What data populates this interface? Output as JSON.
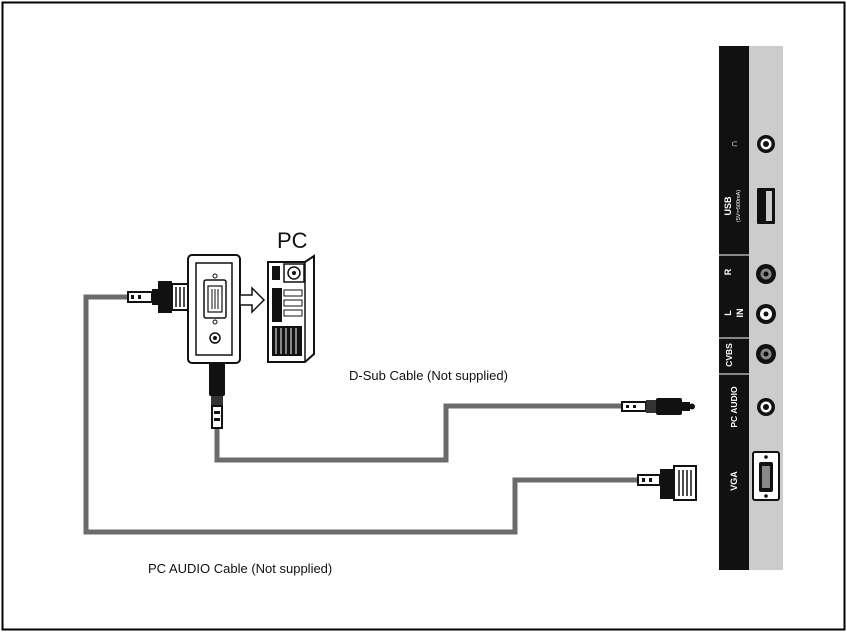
{
  "diagram": {
    "pc_label": "PC",
    "dsub_caption": "D-Sub Cable (Not supplied)",
    "audio_caption": "PC AUDIO Cable (Not supplied)"
  },
  "tv_panel": {
    "headphone_symbol": "∩",
    "usb_label": "USB",
    "usb_rating": "(5V⎓500mA)",
    "r_label": "R",
    "l_label": "L",
    "in_label": "IN",
    "cvbs_label": "CVBS",
    "pc_audio_label": "PC AUDIO",
    "vga_label": "VGA"
  },
  "colors": {
    "cable": "#6b6b6b",
    "panel_black": "#111111",
    "panel_gray": "#cccccc"
  }
}
